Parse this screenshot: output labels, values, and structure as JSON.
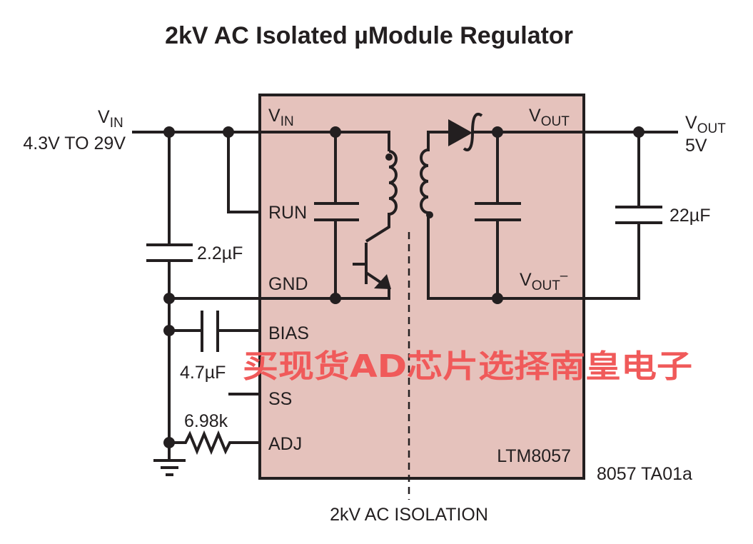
{
  "title": "2kV AC Isolated µModule Regulator",
  "input": {
    "label_main": "V",
    "label_sub": "IN",
    "range": "4.3V TO 29V"
  },
  "output": {
    "label_main": "V",
    "label_sub": "OUT",
    "value": "5V"
  },
  "pins": {
    "vin": {
      "main": "V",
      "sub": "IN"
    },
    "run": "RUN",
    "gnd": "GND",
    "bias": "BIAS",
    "ss": "SS",
    "adj": "ADJ",
    "vout": {
      "main": "V",
      "sub": "OUT"
    },
    "vout_neg": {
      "main": "V",
      "sub": "OUT",
      "sup": "–"
    }
  },
  "components": {
    "c_in": "2.2µF",
    "c_bias": "4.7µF",
    "r_adj": "6.98k",
    "c_out": "22µF"
  },
  "part_number": "LTM8057",
  "figure_id": "8057 TA01a",
  "isolation_label": "2kV AC ISOLATION",
  "watermark": "买现货AD芯片选择南皇电子",
  "colors": {
    "module_fill": "#e5c2bc",
    "wire": "#231f20",
    "watermark": "#f05a5a"
  }
}
